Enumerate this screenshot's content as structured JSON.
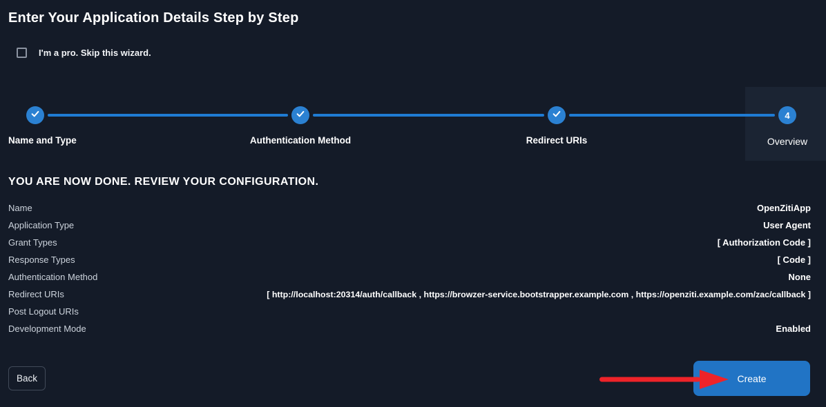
{
  "title": "Enter Your Application Details Step by Step",
  "skip_checkbox": {
    "label": "I'm a pro. Skip this wizard.",
    "checked": false
  },
  "stepper": {
    "steps": [
      {
        "label": "Name and Type",
        "status": "complete"
      },
      {
        "label": "Authentication Method",
        "status": "complete"
      },
      {
        "label": "Redirect URIs",
        "status": "complete"
      },
      {
        "label": "Overview",
        "status": "current",
        "number": "4"
      }
    ]
  },
  "review": {
    "heading": "YOU ARE NOW DONE. REVIEW YOUR CONFIGURATION.",
    "rows": [
      {
        "label": "Name",
        "value": "OpenZitiApp"
      },
      {
        "label": "Application Type",
        "value": "User Agent"
      },
      {
        "label": "Grant Types",
        "value": "[ Authorization Code ]"
      },
      {
        "label": "Response Types",
        "value": "[ Code ]"
      },
      {
        "label": "Authentication Method",
        "value": "None"
      },
      {
        "label": "Redirect URIs",
        "value": "[ http://localhost:20314/auth/callback , https://browzer-service.bootstrapper.example.com , https://openziti.example.com/zac/callback ]"
      },
      {
        "label": "Post Logout URIs",
        "value": ""
      },
      {
        "label": "Development Mode",
        "value": "Enabled"
      }
    ]
  },
  "actions": {
    "back_label": "Back",
    "create_label": "Create"
  },
  "icons": {
    "completed_step": "check-icon",
    "annotation_arrow": "red-arrow-icon"
  },
  "colors": {
    "background": "#141b28",
    "accent_blue_line": "#1f7bd3",
    "step_circle_blue": "#2b81d2",
    "current_step_tile": "#1b2433",
    "create_button_blue": "#2174c5",
    "arrow_red": "#ee2329",
    "text_primary": "#ffffff",
    "text_secondary": "#ccd3dc"
  }
}
